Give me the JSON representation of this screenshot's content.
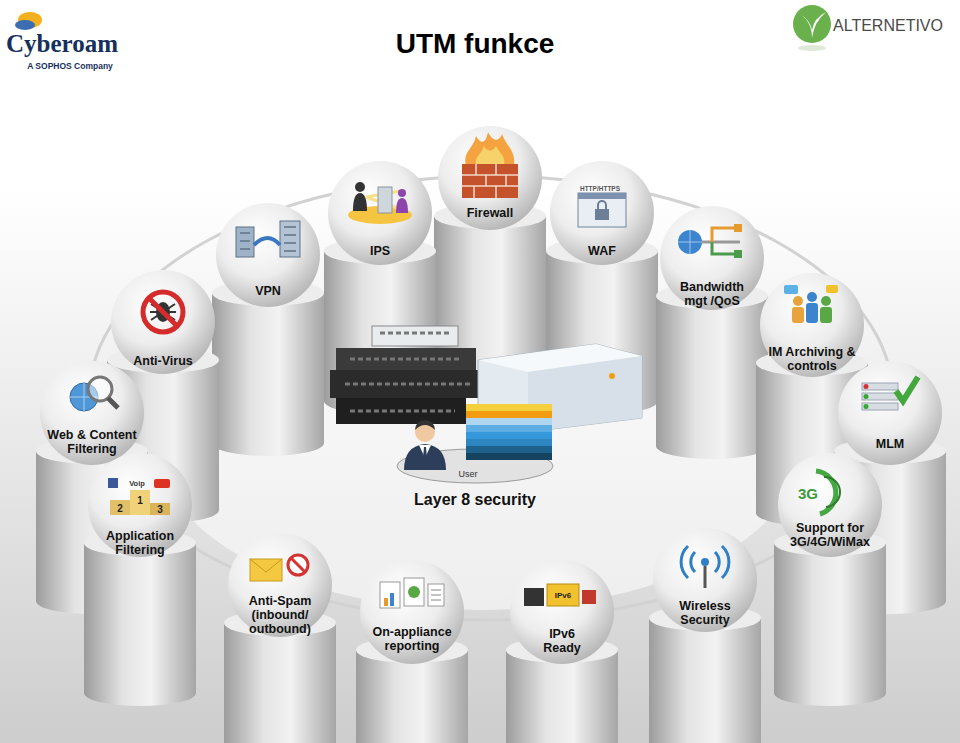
{
  "diagram": {
    "title": "UTM funkce",
    "nodes": [
      {
        "text": [
          "Firewall"
        ]
      },
      {
        "text": [
          "IPS"
        ]
      },
      {
        "text": [
          "WAF"
        ]
      },
      {
        "text": [
          "VPN"
        ]
      },
      {
        "text": [
          "Bandwidth mgt /QoS"
        ]
      },
      {
        "text": [
          "Anti-Virus"
        ]
      },
      {
        "text": [
          "IM Archiving & controls"
        ]
      },
      {
        "text": [
          "Web & Content Filtering"
        ]
      },
      {
        "text": [
          "MLM"
        ]
      },
      {
        "text": [
          "Application Filtering"
        ]
      },
      {
        "text": [
          "Support for 3G/4G/WiMax"
        ]
      },
      {
        "text": [
          "Anti-Spam (inbound/ outbound)"
        ]
      },
      {
        "text": [
          "On-appliance reporting"
        ]
      },
      {
        "text": [
          "IPv6 Ready"
        ]
      },
      {
        "text": [
          "Wireless Security"
        ]
      }
    ],
    "labels": [
      "Cyberoam",
      "A SOPHOS Company",
      "ALTERNETIVO",
      "HTTP/HTTPS",
      "Voip",
      "2",
      "1",
      "3",
      "3G",
      "IPv6",
      "User",
      "Layer 8 security"
    ]
  }
}
